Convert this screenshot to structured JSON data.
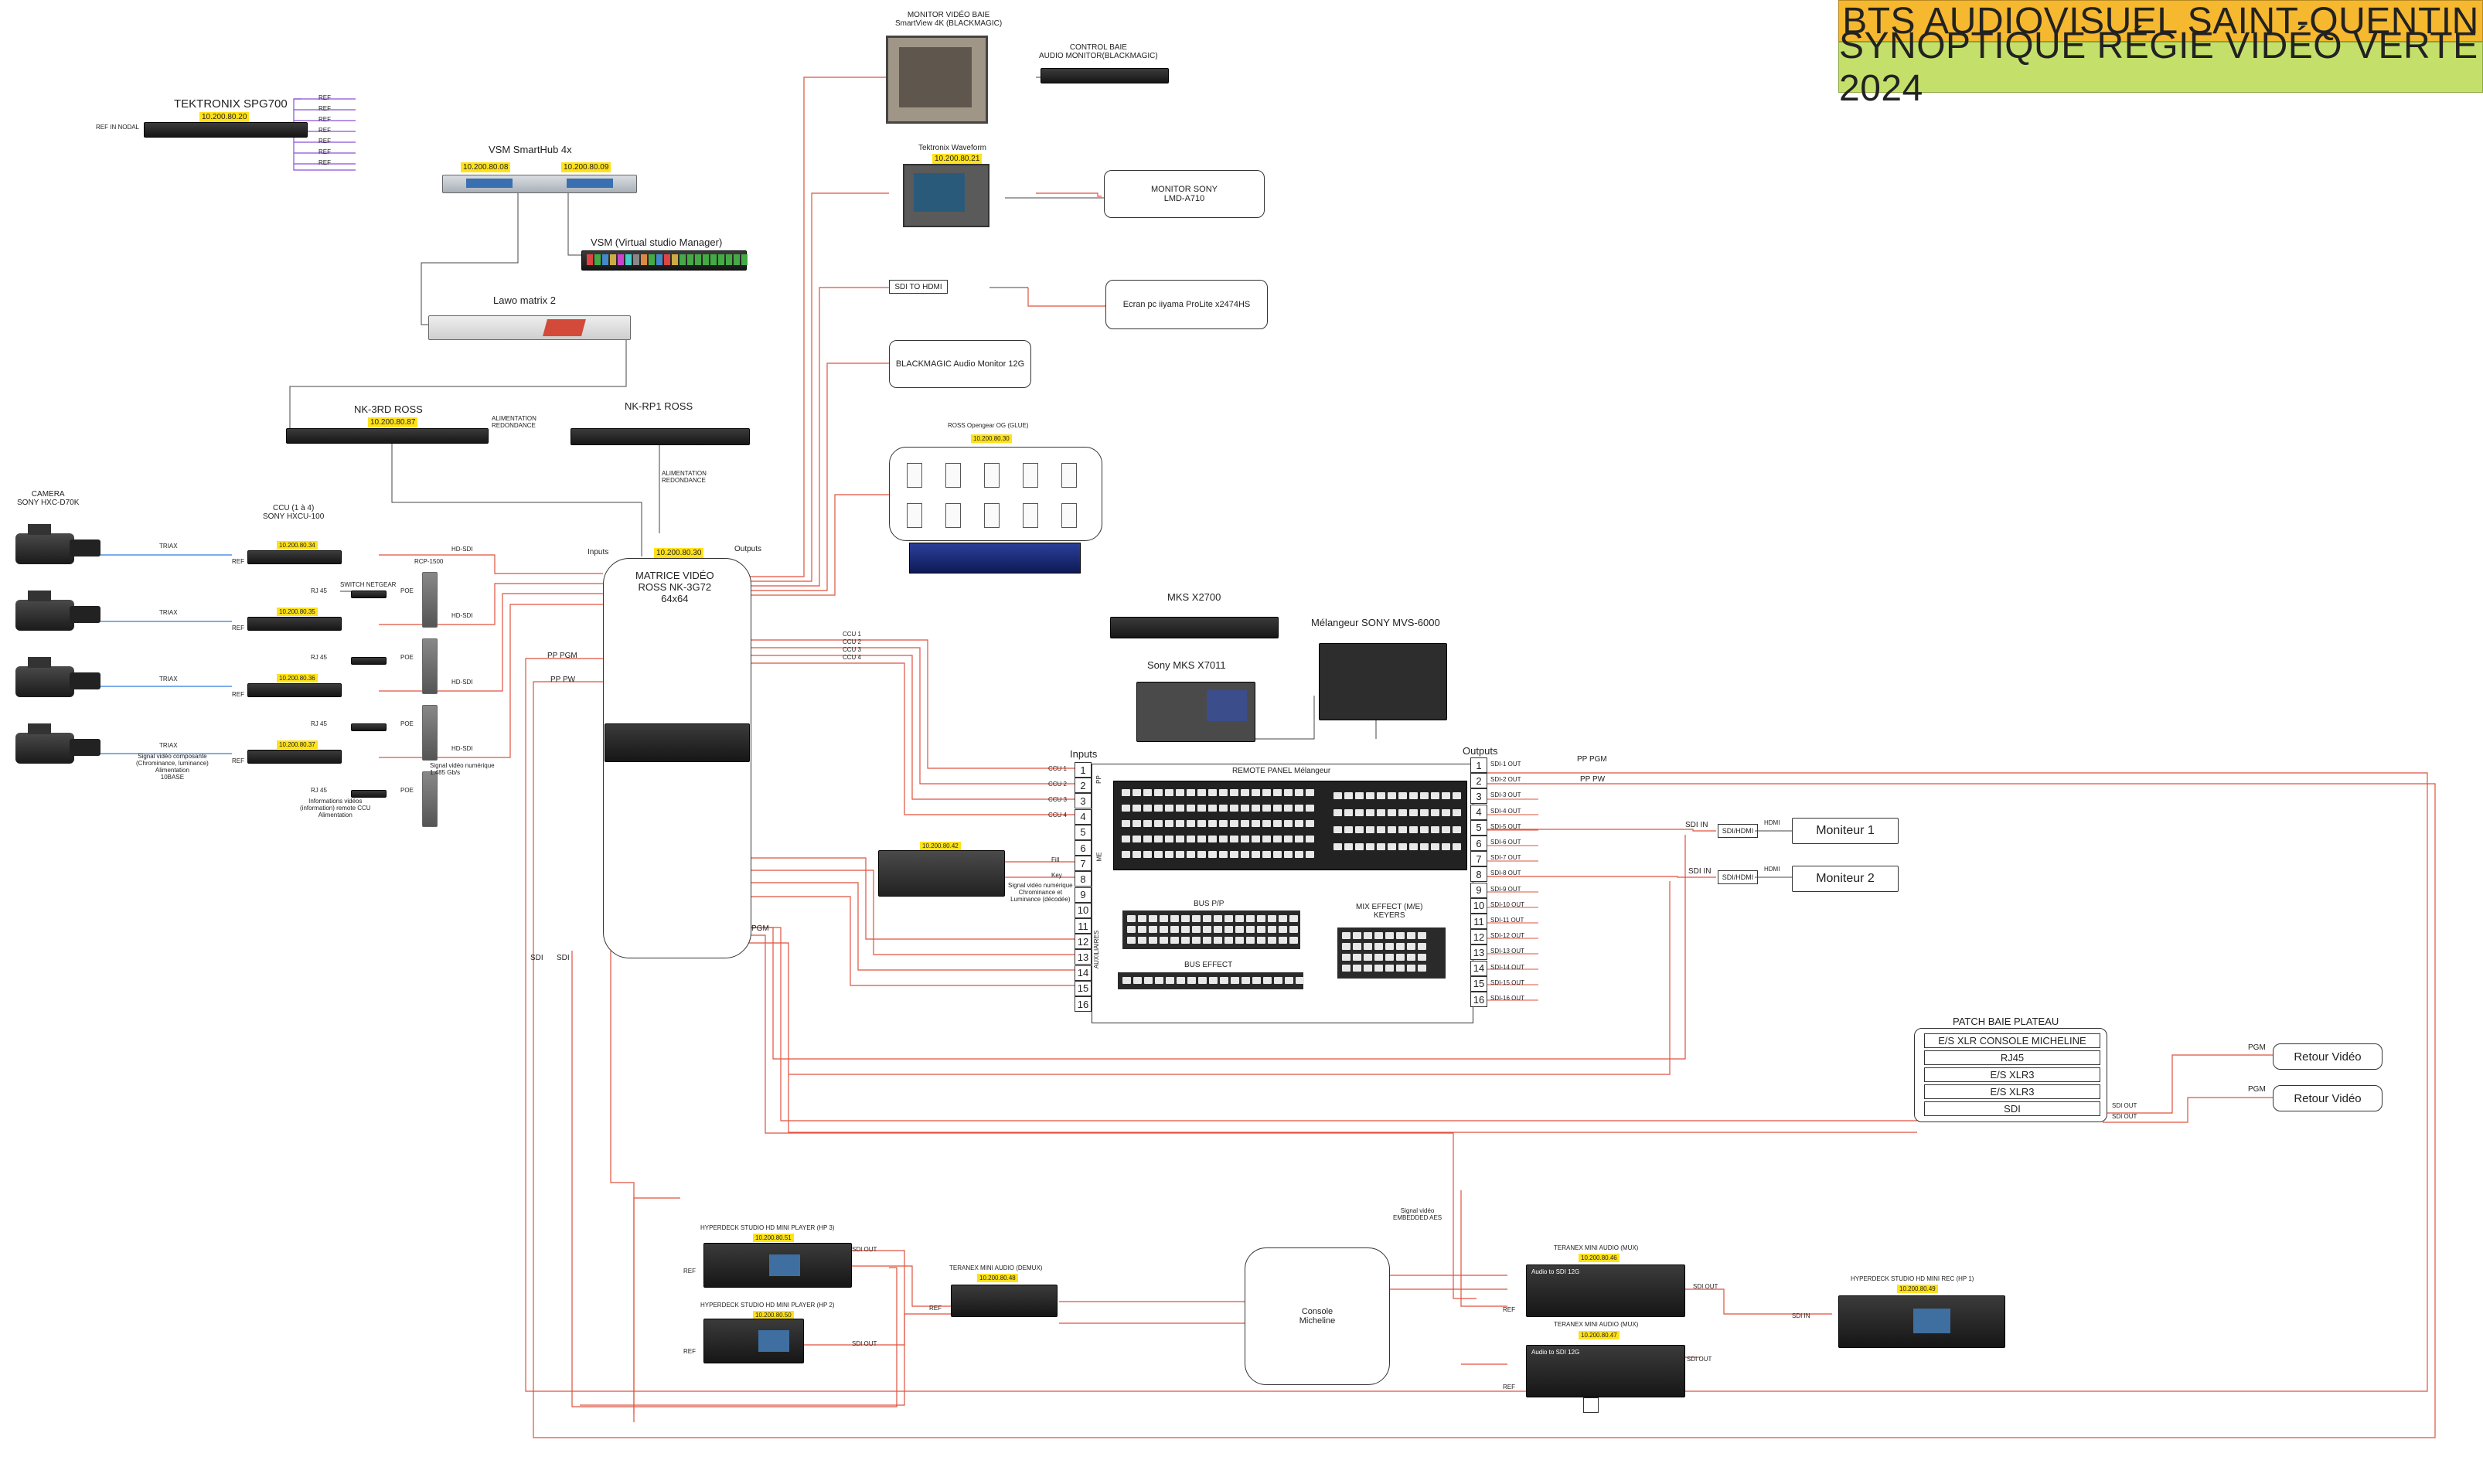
{
  "header": {
    "school": "BTS AUDIOVISUEL SAINT-QUENTIN",
    "title": "SYNOPTIQUE RÉGIE VIDÉO VERTE 2024",
    "colors": {
      "school_bg": "#f5b82e",
      "title_bg": "#c5e06a",
      "highlight": "#ffe21a",
      "wire_red": "#e0523e",
      "wire_purple": "#8a4fd8",
      "wire_blue": "#2f7de0"
    }
  },
  "spg": {
    "name": "TEKTRONIX SPG700",
    "ip": "10.200.80.20",
    "ref_in": "REF IN NODAL",
    "outputs": [
      "REF",
      "REF",
      "REF",
      "REF",
      "REF",
      "REF",
      "REF"
    ]
  },
  "vsm": {
    "smarthub": "VSM SmartHub 4x",
    "ip1": "10.200.80.08",
    "ip2": "10.200.80.09",
    "manager": "VSM (Virtual studio Manager)",
    "lawo": "Lawo matrix 2"
  },
  "ross_ctrl": {
    "nk3rd": "NK-3RD ROSS",
    "nk3rd_ip": "10.200.80.87",
    "nkrp1": "NK-RP1 ROSS",
    "power1": "ALIMENTATION\nREDONDANCE",
    "power2": "ALIMENTATION\nREDONDANCE"
  },
  "cameras": {
    "title": "CAMERA\nSONY HXC-D70K",
    "ccu_title": "CCU (1 à 4)\nSONY HXCU-100",
    "ccu_ips": [
      "10.200.80.34",
      "10.200.80.35",
      "10.200.80.36",
      "10.200.80.37"
    ],
    "triax": "TRIAX",
    "ref": "REF",
    "rj45": "RJ 45",
    "poe": "POE",
    "hdsdi": "HD-SDI",
    "rcp": "RCP-1500",
    "switch": "SWITCH NETGEAR",
    "note_triax": "Signal vidéo composante\n(Chrominance, luminance)\nAlimentation\n10BASE",
    "note_sdi": "Signal vidéo numérique\n1,485 Gb/s",
    "note_rj45": "Informations vidéos\n(information) remote CCU\nAlimentation"
  },
  "matrix": {
    "title": "MATRICE VIDÉO\nROSS NK-3G72\n64x64",
    "ip": "10.200.80.30",
    "inputs": "Inputs",
    "outputs": "Outputs",
    "pp_pgm": "PP PGM",
    "pp_pw": "PP PW",
    "pgm": "PGM",
    "sdi": "SDI"
  },
  "monitoring": {
    "smartview": "MONITOR VIDÉO BAIE\nSmartView 4K (BLACKMAGIC)",
    "audio_mon": "CONTROL BAIE\nAUDIO MONITOR(BLACKMAGIC)",
    "waveform": "Tektronix Waveform",
    "waveform_ip": "10.200.80.21",
    "sony_mon": "MONITOR SONY\nLMD-A710",
    "sdi_hdmi": "SDI TO HDMI",
    "iiyama": "Ecran pc iiyama ProLite x2474HS",
    "bm_audio": "BLACKMAGIC Audio Monitor 12G",
    "og_title": "ROSS Opengear OG (GLUE)",
    "og_ip": "10.200.80.30"
  },
  "switcher": {
    "mks": "MKS X2700",
    "mks7011": "Sony MKS X7011",
    "mvs": "Mélangeur SONY MVS-6000",
    "remote": "REMOTE PANEL Mélangeur",
    "bus_pp": "BUS P/P",
    "bus_effect": "BUS EFFECT",
    "mix_effect": "MIX EFFECT (M/E)\nKEYERS",
    "inputs": "Inputs",
    "outputs": "Outputs",
    "ccu_labels": [
      "CCU 1",
      "CCU 2",
      "CCU 3",
      "CCU 4"
    ],
    "group_pp": "PP",
    "group_me": "ME",
    "group_aux": "AUXILIAIRES",
    "sdi_outs": [
      "SDI-1 OUT",
      "SDI-2 OUT",
      "SDI-3 OUT",
      "SDI-4 OUT",
      "SDI-5 OUT",
      "SDI-6 OUT",
      "SDI-7 OUT",
      "SDI-8 OUT",
      "SDI-9 OUT",
      "SDI-10 OUT",
      "SDI-11 OUT",
      "SDI-12 OUT",
      "SDI-13 OUT",
      "SDI-14 OUT",
      "SDI-15 OUT",
      "SDI-16 OUT"
    ],
    "pp_pgm": "PP PGM",
    "pp_pw": "PP PW",
    "keyer_ip": "10.200.80.42",
    "fill": "Fill",
    "key": "Key",
    "keyer_note": "Signal vidéo numérique\nChrominance et\nLuminance (décodée)"
  },
  "moniteurs": {
    "sdi_in": "SDI IN",
    "conv": "SDI/HDMI",
    "hdmi": "HDMI",
    "m1": "Moniteur 1",
    "m2": "Moniteur 2"
  },
  "patch": {
    "title": "PATCH BAIE PLATEAU",
    "rows": [
      "E/S XLR CONSOLE MICHELINE",
      "RJ45",
      "E/S XLR3",
      "E/S XLR3",
      "SDI"
    ],
    "sdi_out": "SDI OUT",
    "pgm": "PGM",
    "retour1": "Retour Vidéo",
    "retour2": "Retour Vidéo"
  },
  "audio": {
    "hp3": "HYPERDECK STUDIO HD MINI PLAYER (HP 3)",
    "hp3_ip": "10.200.80.51",
    "hp2": "HYPERDECK STUDIO HD MINI PLAYER (HP 2)",
    "hp2_ip": "10.200.80.50",
    "demux": "TERANEX MINI AUDIO (DEMUX)",
    "demux_ip": "10.200.80.48",
    "console": "Console\nMicheline",
    "mux1": "TERANEX MINI AUDIO (MUX)",
    "mux1_ip": "10.200.80.46",
    "mux2": "TERANEX MINI AUDIO (MUX)",
    "mux2_ip": "10.200.80.47",
    "rec": "HYPERDECK STUDIO HD MINI REC (HP 1)",
    "rec_ip": "10.200.80.49",
    "signal_note": "Signal vidéo\nEMBEDDED AES",
    "ref": "REF",
    "sdi_out": "SDI OUT",
    "sdi_in": "SDI IN",
    "product": "Audio to SDI 12G"
  }
}
